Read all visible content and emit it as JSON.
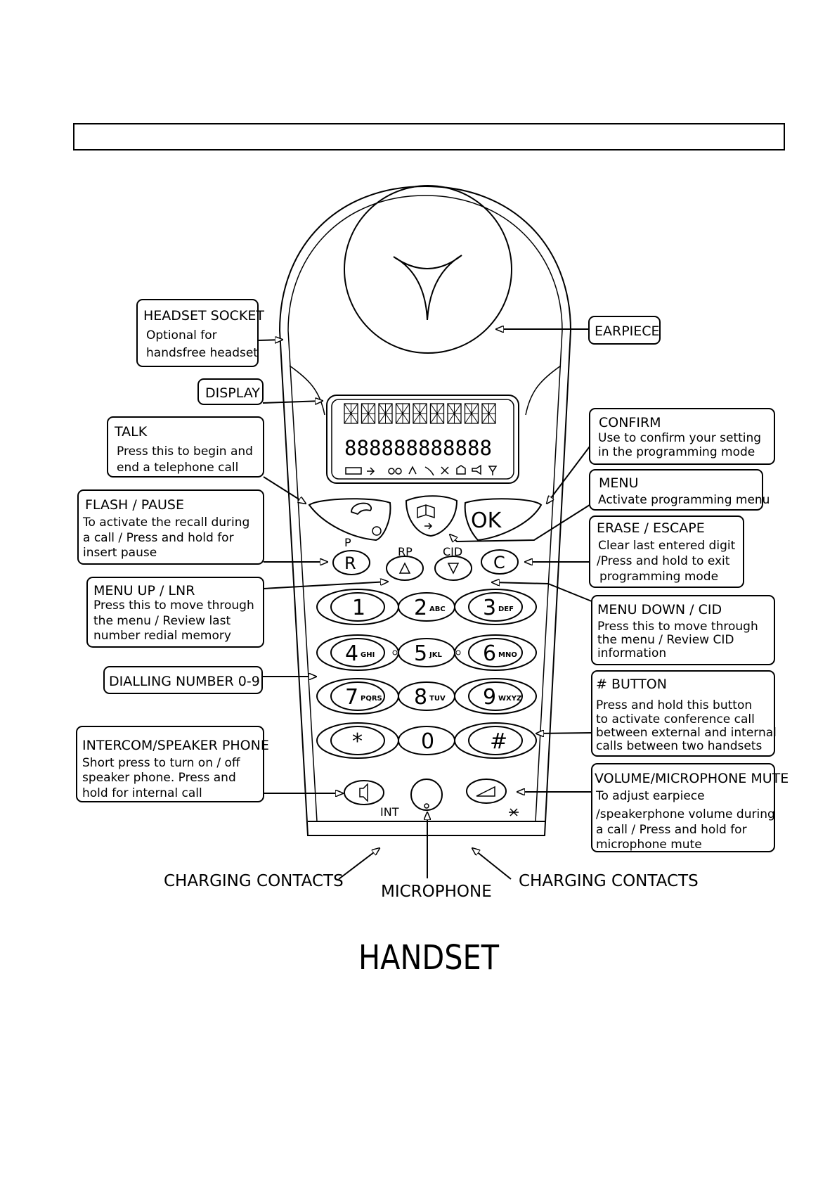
{
  "figure_title": "HANDSET",
  "callouts": {
    "headset_socket": {
      "title": "HEADSET SOCKET",
      "lines": [
        "Optional for",
        "handsfree headset"
      ]
    },
    "display": {
      "title": "DISPLAY"
    },
    "talk": {
      "title": "TALK",
      "lines": [
        "Press this to begin and",
        "end a telephone call"
      ]
    },
    "flash_pause": {
      "title": "FLASH / PAUSE",
      "lines": [
        "To activate the recall during",
        "a call / Press and hold for",
        "insert pause"
      ]
    },
    "menu_up": {
      "title": "MENU UP / LNR",
      "lines": [
        "Press this to move through",
        "the menu / Review last",
        "number redial memory"
      ]
    },
    "dialling": {
      "title": "DIALLING NUMBER 0-9"
    },
    "intercom": {
      "title": "INTERCOM/SPEAKER PHONE",
      "lines": [
        "Short press to turn on / off",
        "speaker phone. Press and",
        "hold for internal call"
      ]
    },
    "earpiece": {
      "title": "EARPIECE"
    },
    "confirm": {
      "title": "CONFIRM",
      "lines": [
        "Use to confirm your setting",
        "in the programming mode"
      ]
    },
    "menu": {
      "title": "MENU",
      "lines": [
        "Activate programming menu"
      ]
    },
    "erase": {
      "title": "ERASE / ESCAPE",
      "lines": [
        "Clear last entered digit",
        "/Press and hold to exit",
        "programming mode"
      ]
    },
    "menu_down": {
      "title": "MENU DOWN / CID",
      "lines": [
        "Press this to move through",
        "the menu / Review CID",
        "information"
      ]
    },
    "hash": {
      "title": "# BUTTON",
      "lines": [
        "Press and hold this button",
        "to activate conference call",
        "between external and internal",
        "calls between two handsets"
      ]
    },
    "volume": {
      "title": "VOLUME/MICROPHONE MUTE",
      "lines": [
        "To adjust earpiece",
        "/speakerphone volume during",
        "a call / Press and hold for",
        "microphone mute"
      ]
    }
  },
  "bottom_labels": {
    "charging_left": "CHARGING CONTACTS",
    "microphone": "MICROPHONE",
    "charging_right": "CHARGING CONTACTS"
  },
  "handset": {
    "key_labels": {
      "p": "P",
      "rp": "RP",
      "cid": "CID",
      "int": "INT",
      "r": "R",
      "c": "C",
      "ok": "OK"
    },
    "display_segments": "888888888888",
    "keypad": [
      {
        "digit": "1",
        "letters": ""
      },
      {
        "digit": "2",
        "letters": "ABC"
      },
      {
        "digit": "3",
        "letters": "DEF"
      },
      {
        "digit": "4",
        "letters": "GHI"
      },
      {
        "digit": "5",
        "letters": "JKL"
      },
      {
        "digit": "6",
        "letters": "MNO"
      },
      {
        "digit": "7",
        "letters": "PQRS"
      },
      {
        "digit": "8",
        "letters": "TUV"
      },
      {
        "digit": "9",
        "letters": "WXYZ"
      },
      {
        "digit": "*",
        "letters": ""
      },
      {
        "digit": "0",
        "letters": ""
      },
      {
        "digit": "#",
        "letters": ""
      }
    ]
  }
}
